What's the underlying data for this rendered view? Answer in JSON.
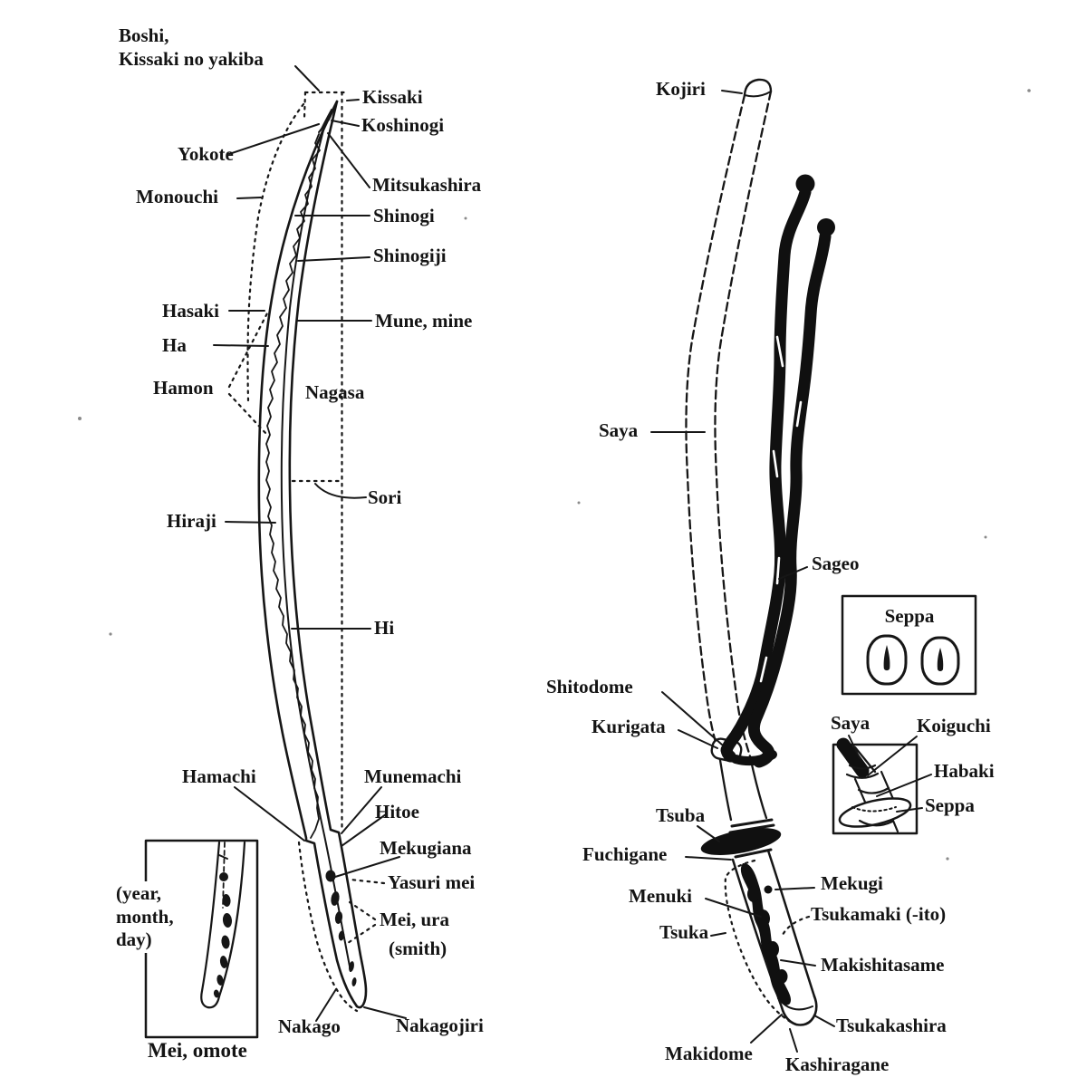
{
  "page": {
    "title": "Japanese sword (katana) nomenclature diagram",
    "ink_color": "#161616",
    "background_color": "#ffffff"
  },
  "left_diagram": {
    "description": "bare blade with tang",
    "boshi": "Boshi,\nKissaki no yakiba",
    "kissaki": "Kissaki",
    "koshinogi": "Koshinogi",
    "yokote": "Yokote",
    "mitsukashira": "Mitsukashira",
    "monouchi": "Monouchi",
    "shinogi": "Shinogi",
    "shinogiji": "Shinogiji",
    "hasaki": "Hasaki",
    "mune": "Mune, mine",
    "ha": "Ha",
    "hamon": "Hamon",
    "nagasa": "Nagasa",
    "sori": "Sori",
    "hiraji": "Hiraji",
    "hi": "Hi",
    "hamachi": "Hamachi",
    "munemachi": "Munemachi",
    "hitoe": "Hitoe",
    "mekugiana": "Mekugiana",
    "yasurimei": "Yasuri mei",
    "mei_ura": "Mei, ura",
    "mei_ura_note": "(smith)",
    "date_note": "(year,\nmonth,\nday)",
    "mei_omote": "Mei, omote",
    "nakago": "Nakago",
    "nakagojiri": "Nakagojiri"
  },
  "right_diagram": {
    "description": "mounted sword in scabbard",
    "kojiri": "Kojiri",
    "saya": "Saya",
    "sageo": "Sageo",
    "shitodome": "Shitodome",
    "kurigata": "Kurigata",
    "tsuba": "Tsuba",
    "fuchigane": "Fuchigane",
    "menuki": "Menuki",
    "mekugi": "Mekugi",
    "tsukamaki": "Tsukamaki (-ito)",
    "tsuka": "Tsuka",
    "makishitasame": "Makishitasame",
    "tsukakashira": "Tsukakashira",
    "makidome": "Makidome",
    "kashiragane": "Kashiragane"
  },
  "insets": {
    "seppa_box_title": "Seppa",
    "koiguchi_box": {
      "saya": "Saya",
      "koiguchi": "Koiguchi",
      "habaki": "Habaki",
      "seppa": "Seppa"
    }
  }
}
